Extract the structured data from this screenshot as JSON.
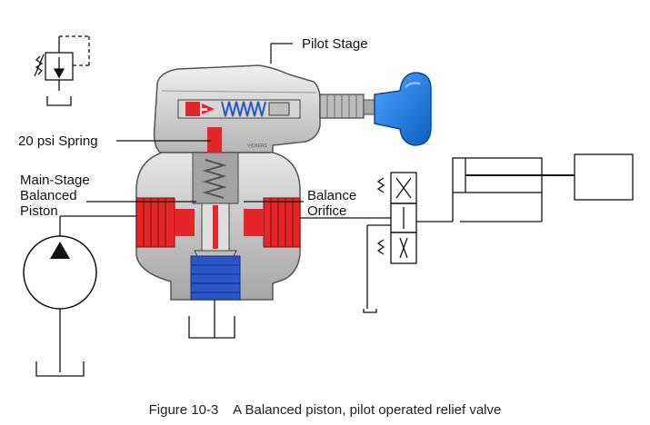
{
  "labels": {
    "pilot_stage": "Pilot Stage",
    "spring": "20 psi Spring",
    "main_stage_1": "Main-Stage",
    "main_stage_2": "Balanced",
    "main_stage_3": "Piston",
    "balance_1": "Balance",
    "balance_2": "Orifice",
    "brand": "VICKERS"
  },
  "caption": {
    "figure": "Figure 10-3",
    "text": "A Balanced piston, pilot operated relief valve"
  },
  "colors": {
    "body": "#c9c9c9",
    "body_dark": "#8f8f8f",
    "port_red": "#e3262a",
    "knob_blue": "#1677dd",
    "spring_blue": "#2a56c7",
    "line": "#111111"
  }
}
